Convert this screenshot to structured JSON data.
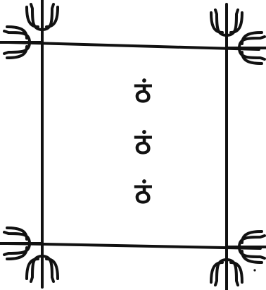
{
  "diagram": {
    "glyphs": [
      "ठं",
      "ठं",
      "ठं"
    ],
    "ink_color": "#111111",
    "background_color": "#ffffff",
    "corner_icon": "trident-icon"
  }
}
